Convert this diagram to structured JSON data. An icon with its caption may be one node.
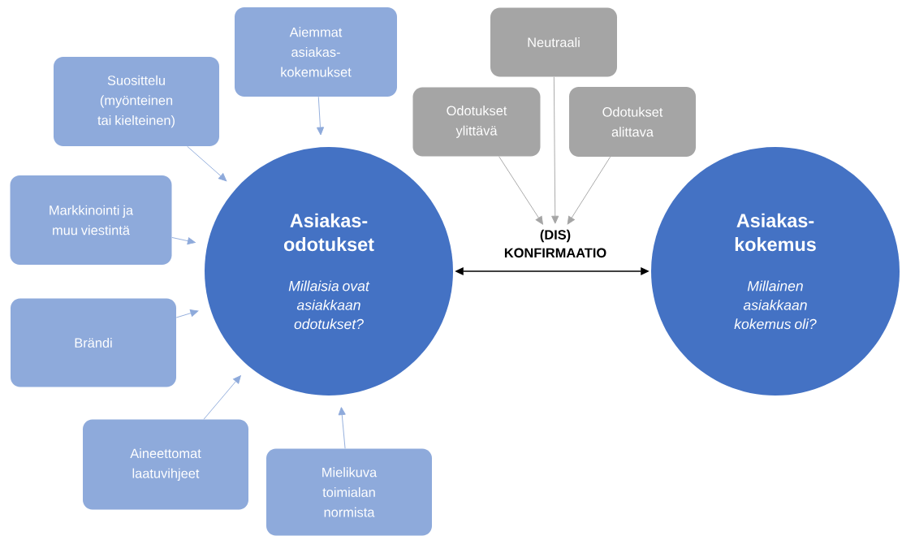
{
  "diagram": {
    "nodes": [
      {
        "text": [
          "Suosittelu (myönteinen tai kielteinen)"
        ]
      },
      {
        "text": [
          "Aiemmat asiakas- kokemukset"
        ]
      },
      {
        "text": [
          "Markkinointi ja muu viestintä"
        ]
      },
      {
        "text": [
          "Brändi"
        ]
      },
      {
        "text": [
          "Aineettomat laatuvihjeet"
        ]
      },
      {
        "text": [
          "Mielikuva toimialan normista"
        ]
      },
      {
        "text": [
          "Asiakas- odotukset",
          "Millaisia ovat asiakkaan odotukset?"
        ]
      },
      {
        "text": [
          "Neutraali"
        ]
      },
      {
        "text": [
          "Odotukset ylittävä"
        ]
      },
      {
        "text": [
          "Odotukset alittava"
        ]
      },
      {
        "text": [
          "(DIS) KONFIRMAATIO"
        ]
      },
      {
        "text": [
          "Asiakas- kokemus",
          "Millainen asiakkaan kokemus oli?"
        ]
      }
    ],
    "edges": [
      {
        "from": 0,
        "to": 6,
        "arrow": "to"
      },
      {
        "from": 1,
        "to": 6,
        "arrow": "to"
      },
      {
        "from": 2,
        "to": 6,
        "arrow": "to"
      },
      {
        "from": 3,
        "to": 6,
        "arrow": "to"
      },
      {
        "from": 4,
        "to": 6,
        "arrow": "to"
      },
      {
        "from": 5,
        "to": 6,
        "arrow": "to"
      },
      {
        "from": 8,
        "to": 10,
        "arrow": "to",
        "color": "#a5a5a5"
      },
      {
        "from": 7,
        "to": 10,
        "arrow": "to",
        "color": "#a5a5a5"
      },
      {
        "from": 9,
        "to": 10,
        "arrow": "to",
        "color": "#a5a5a5"
      },
      {
        "from": 6,
        "to": 11,
        "arrow": "both",
        "color": "#000000"
      }
    ]
  }
}
